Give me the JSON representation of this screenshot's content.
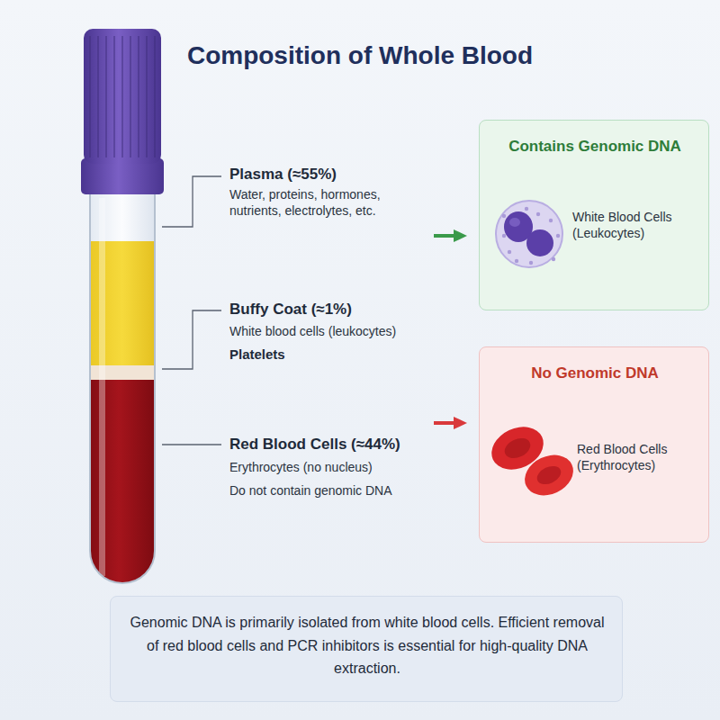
{
  "diagram": {
    "title": "Composition of Whole Blood",
    "nodes": [
      {
        "text": [
          "Contains Genomic DNA",
          "White Blood Cells (Leukocytes)"
        ]
      },
      {
        "text": [
          "No Genomic DNA",
          "Red Blood Cells (Erythrocytes)"
        ]
      },
      {
        "text": [
          "Genomic DNA is primarily isolated from white blood cells. Efficient removal of red blood cells and PCR inhibitors is essential for high-quality DNA extraction."
        ]
      }
    ],
    "labels": [
      "Plasma (≈55%)",
      "Water, proteins, hormones, nutrients, electrolytes, etc.",
      "Buffy Coat (≈1%)",
      "White blood cells (leukocytes)",
      "Platelets",
      "Red Blood Cells (≈44%)",
      "Erythrocytes (no nucleus)",
      "Do not contain genomic DNA"
    ]
  }
}
